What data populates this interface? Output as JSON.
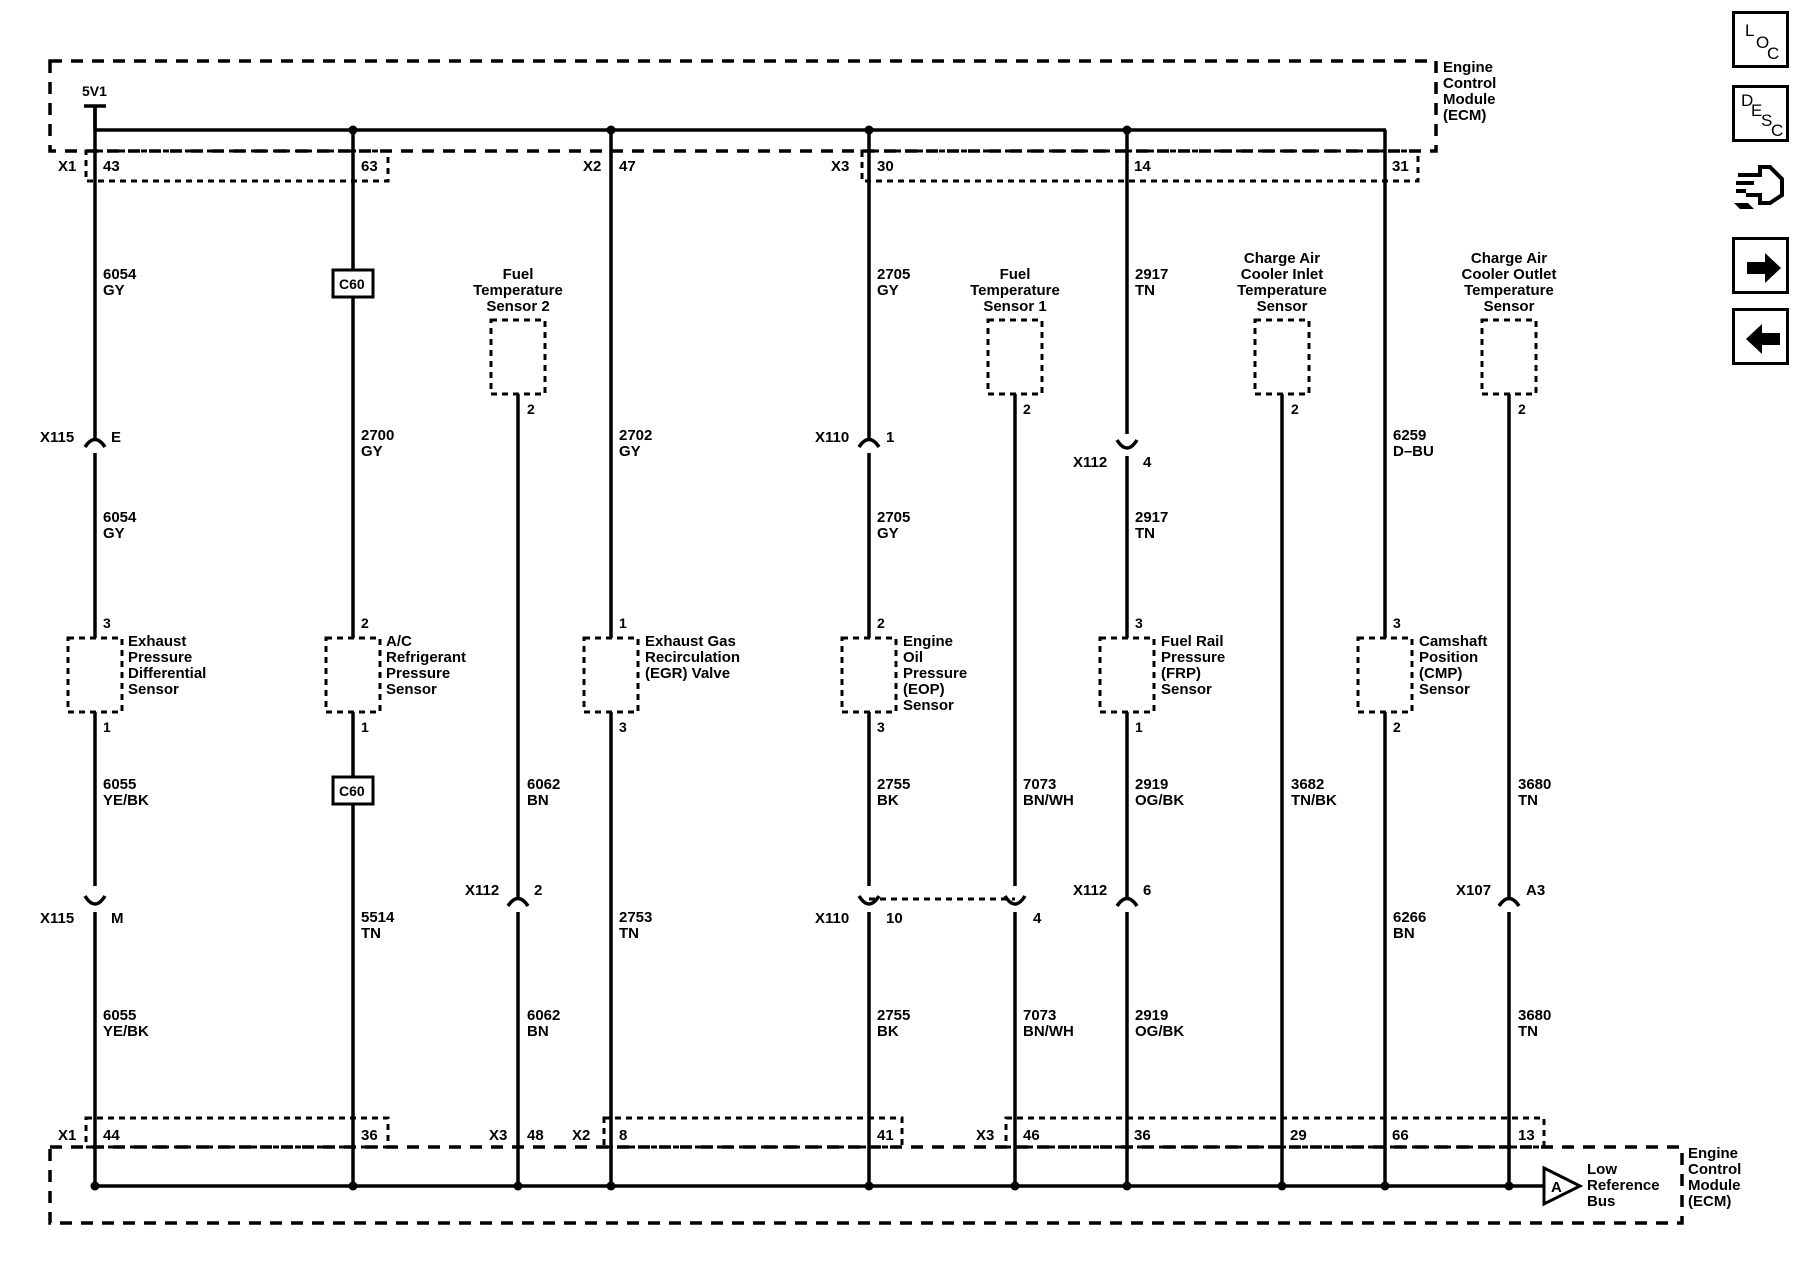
{
  "ecm_top": {
    "name": "Engine Control Module (ECM)",
    "lines": [
      "Engine",
      "Control",
      "Module",
      "(ECM)"
    ],
    "supply": "5V1"
  },
  "ecm_bottom": {
    "lines": [
      "Engine",
      "Control",
      "Module",
      "(ECM)"
    ]
  },
  "top_connectors": [
    "X1",
    "X2",
    "X3"
  ],
  "bottom_connectors": [
    "X1",
    "X3",
    "X2",
    "X3"
  ],
  "top_pins": [
    "43",
    "63",
    "47",
    "30",
    "14",
    "31"
  ],
  "bottom_pins": [
    "44",
    "36",
    "48",
    "8",
    "41",
    "46",
    "36",
    "29",
    "66",
    "13"
  ],
  "components": {
    "exhaust_pressure": {
      "lines": [
        "Exhaust",
        "Pressure",
        "Differential",
        "Sensor"
      ],
      "pin_top": "3",
      "pin_bottom": "1"
    },
    "ac_pressure": {
      "lines": [
        "A/C",
        "Refrigerant",
        "Pressure",
        "Sensor"
      ],
      "pin_top": "2",
      "pin_bottom": "1"
    },
    "egr_valve": {
      "lines": [
        "Exhaust Gas",
        "Recirculation",
        "(EGR) Valve"
      ],
      "pin_top": "1",
      "pin_bottom": "3"
    },
    "eop_sensor": {
      "lines": [
        "Engine",
        "Oil",
        "Pressure",
        "(EOP)",
        "Sensor"
      ],
      "pin_top": "2",
      "pin_bottom": "3"
    },
    "frp_sensor": {
      "lines": [
        "Fuel Rail",
        "Pressure",
        "(FRP)",
        "Sensor"
      ],
      "pin_top": "3",
      "pin_bottom": "1"
    },
    "cmp_sensor": {
      "lines": [
        "Camshaft",
        "Position",
        "(CMP)",
        "Sensor"
      ],
      "pin_top": "3",
      "pin_bottom": "2"
    },
    "fuel_temp_2": {
      "lines": [
        "Fuel",
        "Temperature",
        "Sensor 2"
      ],
      "pin": "2"
    },
    "fuel_temp_1": {
      "lines": [
        "Fuel",
        "Temperature",
        "Sensor 1"
      ],
      "pin": "2"
    },
    "cac_inlet": {
      "lines": [
        "Charge Air",
        "Cooler Inlet",
        "Temperature",
        "Sensor"
      ],
      "pin": "2"
    },
    "cac_outlet": {
      "lines": [
        "Charge Air",
        "Cooler Outlet",
        "Temperature",
        "Sensor"
      ],
      "pin": "2"
    }
  },
  "splice_label": "C60",
  "inline_connectors": [
    {
      "name": "X115",
      "pin": "E"
    },
    {
      "name": "X110",
      "pin": "1"
    },
    {
      "name": "X112",
      "pin": "4"
    },
    {
      "name": "X115",
      "pin": "M"
    },
    {
      "name": "X112",
      "pin": "2"
    },
    {
      "name": "X110",
      "pin": "10"
    },
    {
      "name": "X110",
      "pin": "4"
    },
    {
      "name": "X112",
      "pin": "6"
    },
    {
      "name": "X107",
      "pin": "A3"
    }
  ],
  "wires": [
    {
      "circuit": "6054",
      "color": "GY"
    },
    {
      "circuit": "2705",
      "color": "GY"
    },
    {
      "circuit": "2917",
      "color": "TN"
    },
    {
      "circuit": "2700",
      "color": "GY"
    },
    {
      "circuit": "2702",
      "color": "GY"
    },
    {
      "circuit": "6259",
      "color": "D–BU"
    },
    {
      "circuit": "6054",
      "color": "GY"
    },
    {
      "circuit": "2705",
      "color": "GY"
    },
    {
      "circuit": "2917",
      "color": "TN"
    },
    {
      "circuit": "6055",
      "color": "YE/BK"
    },
    {
      "circuit": "6062",
      "color": "BN"
    },
    {
      "circuit": "2755",
      "color": "BK"
    },
    {
      "circuit": "7073",
      "color": "BN/WH"
    },
    {
      "circuit": "2919",
      "color": "OG/BK"
    },
    {
      "circuit": "3682",
      "color": "TN/BK"
    },
    {
      "circuit": "3680",
      "color": "TN"
    },
    {
      "circuit": "5514",
      "color": "TN"
    },
    {
      "circuit": "2753",
      "color": "TN"
    },
    {
      "circuit": "6266",
      "color": "BN"
    },
    {
      "circuit": "6055",
      "color": "YE/BK"
    },
    {
      "circuit": "6062",
      "color": "BN"
    },
    {
      "circuit": "2755",
      "color": "BK"
    },
    {
      "circuit": "7073",
      "color": "BN/WH"
    },
    {
      "circuit": "2919",
      "color": "OG/BK"
    },
    {
      "circuit": "3680",
      "color": "TN"
    }
  ],
  "bus": {
    "marker": "A",
    "lines": [
      "Low",
      "Reference",
      "Bus"
    ]
  },
  "nav": {
    "loc": {
      "letters": [
        "L",
        "O",
        "C"
      ]
    },
    "desc": {
      "letters": [
        "D",
        "E",
        "S",
        "C"
      ]
    },
    "icons": [
      "connector-icon",
      "forward-arrow-icon",
      "back-arrow-icon"
    ]
  }
}
